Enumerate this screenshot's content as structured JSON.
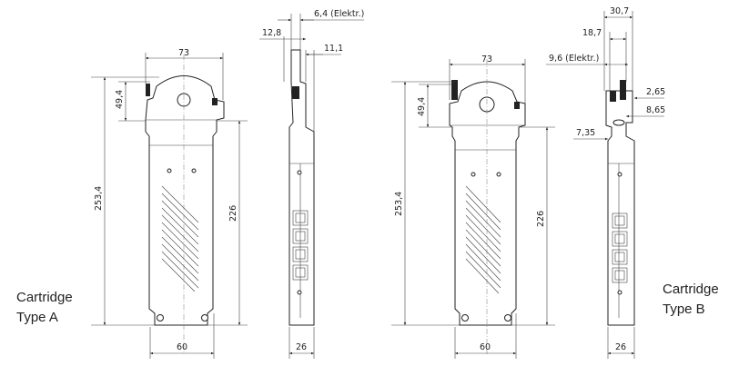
{
  "cartridges": [
    {
      "caption_line1": "Cartridge",
      "caption_line2": "Type A",
      "dims": {
        "head_width": "73",
        "total_height": "253,4",
        "head_height": "49,4",
        "body_height": "226",
        "body_width": "60",
        "depth": "26",
        "side_12_8": "12,8",
        "side_6_4": "6,4 (Elektr.)",
        "side_11_1": "11,1"
      }
    },
    {
      "caption_line1": "Cartridge",
      "caption_line2": "Type B",
      "dims": {
        "head_width": "73",
        "total_height": "253,4",
        "head_height": "49,4",
        "body_height": "226",
        "body_width": "60",
        "depth": "26",
        "side_30_7": "30,7",
        "side_18_7": "18,7",
        "side_9_6": "9,6 (Elektr.)",
        "side_2_65": "2,65",
        "side_8_65": "8,65",
        "side_7_35": "7,35"
      }
    }
  ]
}
